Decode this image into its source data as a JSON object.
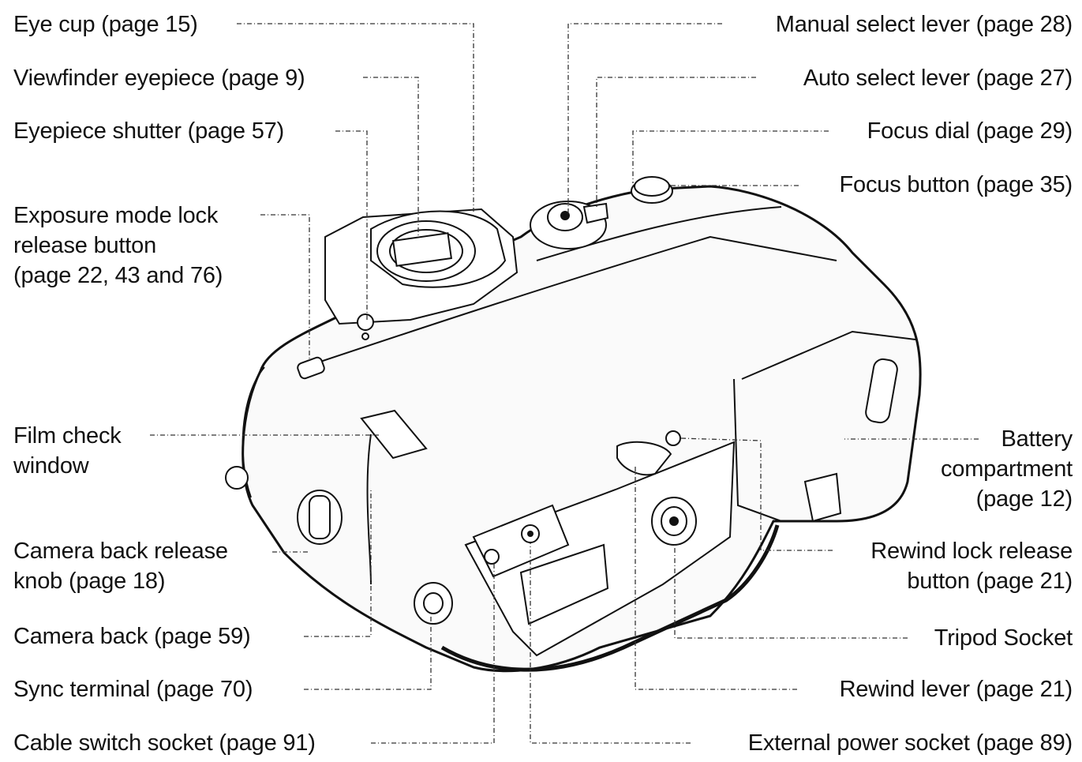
{
  "labels": {
    "eye_cup": "Eye cup (page 15)",
    "viewfinder_eyepiece": "Viewfinder eyepiece (page 9)",
    "eyepiece_shutter": "Eyepiece shutter (page 57)",
    "exposure_mode_lock": [
      "Exposure mode lock",
      "release button",
      "(page 22, 43 and 76)"
    ],
    "film_check_window": [
      "Film check",
      "window"
    ],
    "camera_back_release_knob": [
      "Camera back release",
      "knob (page 18)"
    ],
    "camera_back": "Camera back (page 59)",
    "sync_terminal": "Sync terminal (page 70)",
    "cable_switch_socket": "Cable switch socket (page 91)",
    "manual_select_lever": "Manual select lever (page 28)",
    "auto_select_lever": "Auto select lever (page 27)",
    "focus_dial": "Focus dial (page 29)",
    "focus_button": "Focus button (page 35)",
    "battery_compartment": [
      "Battery",
      "compartment",
      "(page 12)"
    ],
    "rewind_lock_release_button": [
      "Rewind lock release",
      "button (page 21)"
    ],
    "tripod_socket": "Tripod Socket",
    "rewind_lever": "Rewind lever (page 21)",
    "external_power_socket": "External power socket (page 89)"
  }
}
